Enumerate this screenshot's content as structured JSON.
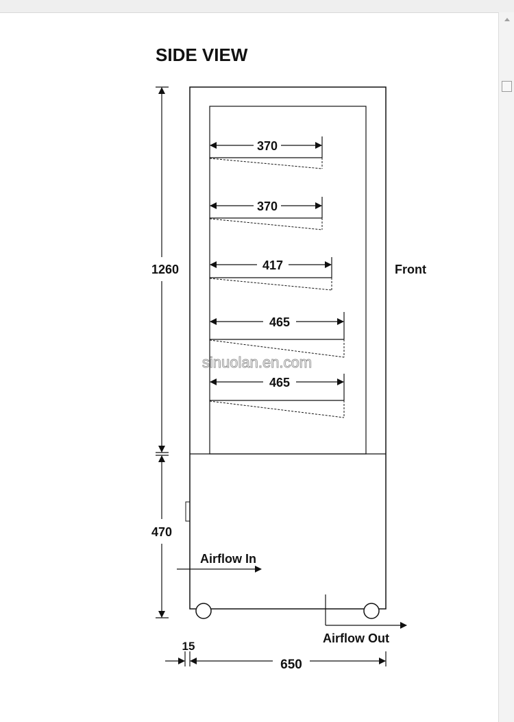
{
  "diagram": {
    "title": "SIDE VIEW",
    "labels": {
      "front": "Front",
      "airflow_in": "Airflow In",
      "airflow_out": "Airflow Out"
    },
    "dimensions": {
      "upper_height": "1260",
      "lower_height": "470",
      "depth": "650",
      "offset": "15"
    },
    "shelf_depths": [
      "370",
      "370",
      "417",
      "465",
      "465"
    ],
    "watermark": "sinuolan.en.com"
  }
}
